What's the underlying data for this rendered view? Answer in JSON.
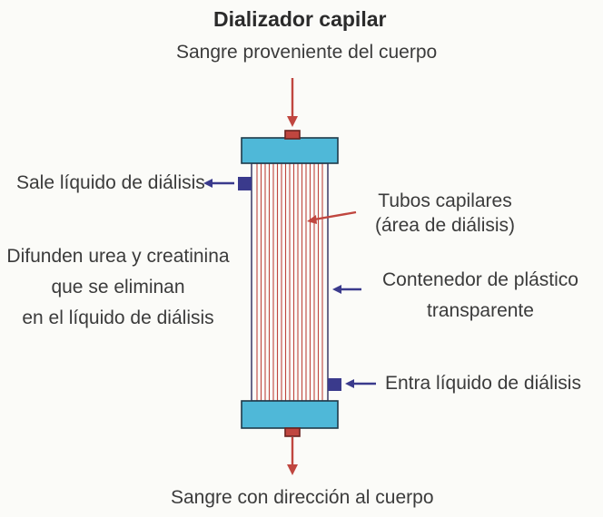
{
  "title": "Dializador capilar",
  "labels": {
    "blood_in": "Sangre proveniente del cuerpo",
    "fluid_out": "Sale líquido de diálisis",
    "capillaries_line1": "Tubos capilares",
    "capillaries_line2": "(área de diálisis)",
    "diffuse_line1": "Difunden urea y creatinina",
    "diffuse_line2": "que se eliminan",
    "diffuse_line3": "en el líquido de diálisis",
    "container_line1": "Contenedor de plástico",
    "container_line2": "transparente",
    "fluid_in": "Entra líquido de diálisis",
    "blood_out": "Sangre con dirección al cuerpo"
  },
  "colors": {
    "cap_fill": "#4fb8d8",
    "cap_stroke": "#1f3a4a",
    "port_blood": "#c0463f",
    "port_fluid": "#3a3a8c",
    "arrow_red": "#c0463f",
    "arrow_blue": "#3a3a8c",
    "capillary_line": "#c0463f",
    "body_fill": "#ffffff",
    "body_stroke": "#2a2a5a"
  },
  "capillary_count": 17
}
